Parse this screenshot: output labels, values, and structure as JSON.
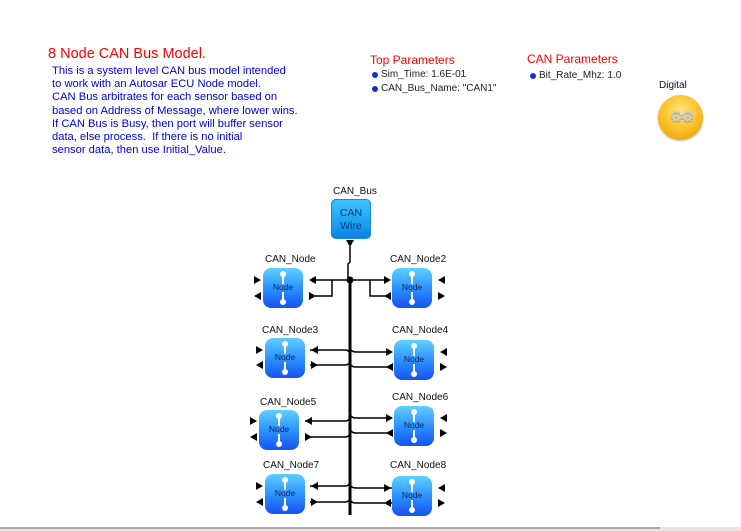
{
  "title": "8 Node CAN Bus Model.",
  "description": [
    "This is a system level CAN bus model intended",
    "to work with an Autosar ECU Node model.",
    "CAN Bus arbitrates for each sensor based on",
    "based on Address of Message, where lower wins.",
    "If CAN Bus is Busy, then port will buffer sensor",
    "data, else process.  If there is no initial",
    "sensor data, then use Initial_Value."
  ],
  "top_parameters": {
    "heading": "Top Parameters",
    "items": [
      "Sim_Time: 1.6E-01",
      "CAN_Bus_Name: \"CAN1\""
    ]
  },
  "can_parameters": {
    "heading": "CAN Parameters",
    "items": [
      "Bit_Rate_Mhz: 1.0"
    ]
  },
  "digital": {
    "label": "Digital",
    "icon": "gears-icon"
  },
  "bus": {
    "label": "CAN_Bus",
    "line1": "CAN",
    "line2": "Wire"
  },
  "nodes": [
    {
      "label": "CAN_Node",
      "text": "Node"
    },
    {
      "label": "CAN_Node2",
      "text": "Node"
    },
    {
      "label": "CAN_Node3",
      "text": "Node"
    },
    {
      "label": "CAN_Node4",
      "text": "Node"
    },
    {
      "label": "CAN_Node5",
      "text": "Node"
    },
    {
      "label": "CAN_Node6",
      "text": "Node"
    },
    {
      "label": "CAN_Node7",
      "text": "Node"
    },
    {
      "label": "CAN_Node8",
      "text": "Node"
    }
  ],
  "colors": {
    "title": "#ff0000",
    "description": "#0000dd",
    "node_top": "#5fd0ff",
    "node_bottom": "#1752f0",
    "wire": "#000000"
  }
}
